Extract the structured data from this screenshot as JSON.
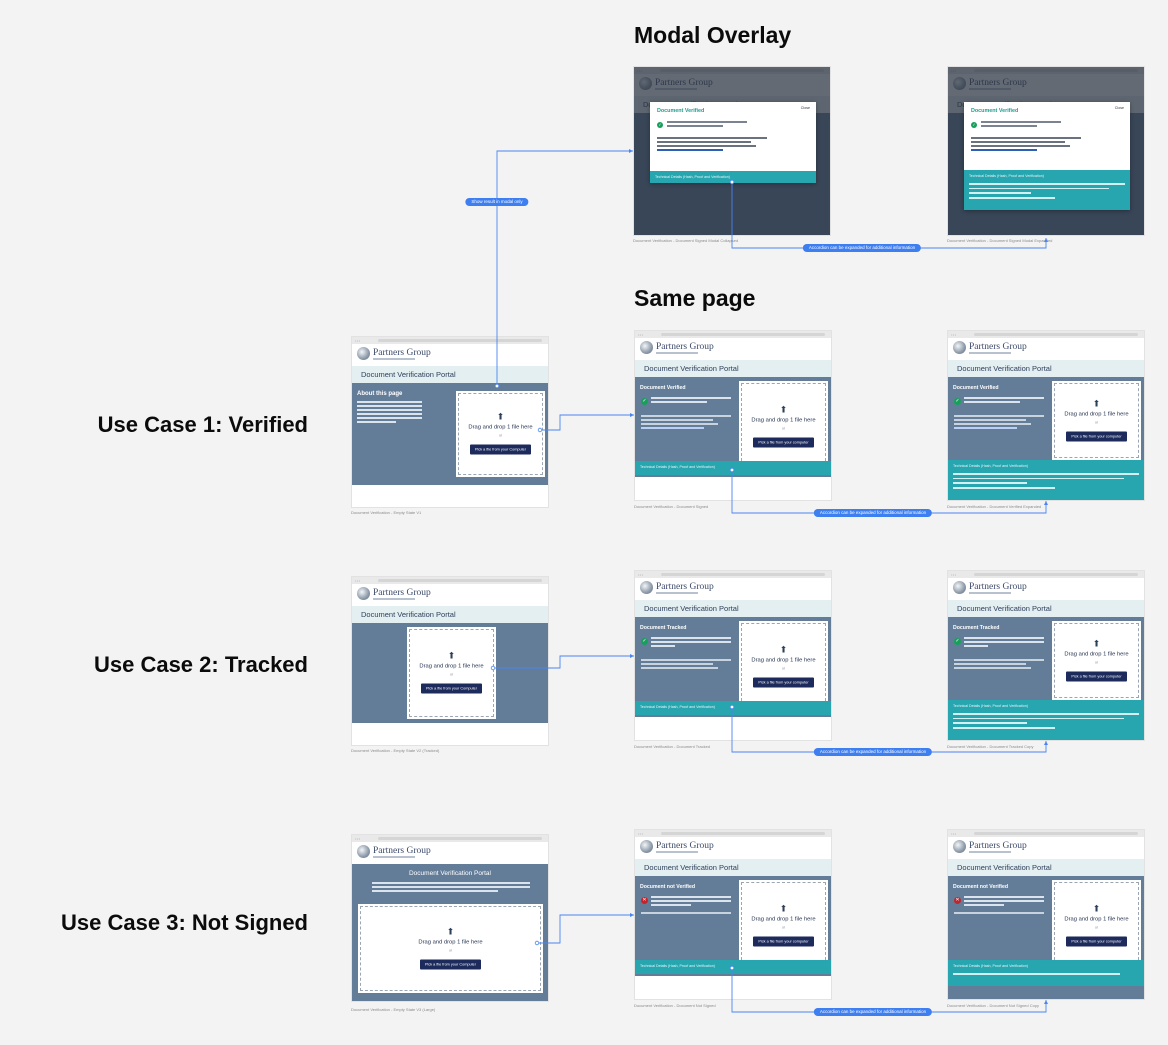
{
  "headings": {
    "modal_overlay": "Modal Overlay",
    "same_page": "Same page"
  },
  "use_cases": {
    "uc1": "Use Case 1: Verified",
    "uc2": "Use Case 2: Tracked",
    "uc3": "Use Case 3: Not Signed"
  },
  "mockup": {
    "brand_name": "Partners Group",
    "portal_title": "Document Verification Portal",
    "about_heading": "About this page",
    "drag_text": "Drag and drop 1 file here",
    "or_text": "or",
    "pick_button_upper": "Pick a file from your Computer",
    "pick_button_lower": "Pick a file from your computer",
    "close": "Close",
    "technical_details": "Technical Details (Hash, Proof and Verification)"
  },
  "statuses": {
    "verified": "Document Verified",
    "tracked": "Document Tracked",
    "not_verified": "Document not Verified"
  },
  "pills": {
    "modal_only": "Show result in modal only",
    "accordion": "Accordion can be expanded for additional information"
  },
  "captions": {
    "modal_collapsed": "Document Verification - Document Signed Modal Collapsed",
    "modal_expanded": "Document Verification - Document Signed Modal Expanded",
    "uc1_empty": "Document Verification - Empty State V1",
    "uc1_signed": "Document Verification - Document Signed",
    "uc1_expanded": "Document Verification - Document Verified Expanded",
    "uc2_empty": "Document Verification - Empty State V2 (Tracked)",
    "uc2_tracked": "Document Verification - Document Tracked",
    "uc2_expanded": "Document Verification - Document Tracked Copy",
    "uc3_empty": "Document Verification - Empty State V3 (Large)",
    "uc3_not_signed": "Document Verification - Document Not Signed",
    "uc3_expanded": "Document Verification - Document Not Signed Copy"
  },
  "colors": {
    "panel": "#637d99",
    "teal": "#27a6b0",
    "button": "#1d2a5c",
    "connector": "#3d7ef0",
    "verified_green": "#17a05b",
    "error_red": "#c0262f"
  }
}
